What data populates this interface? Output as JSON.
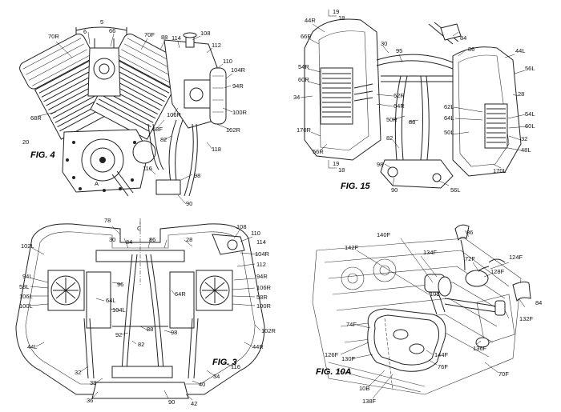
{
  "figures": {
    "fig4": {
      "caption": "FIG. 4",
      "labels": {
        "l5": "5",
        "l6": "6",
        "l66": "66",
        "l70r": "70R",
        "l70f": "70F",
        "l88": "88",
        "l114": "114",
        "l108": "108",
        "l112": "112",
        "l110": "110",
        "l104r": "104R",
        "l94r": "94R",
        "l106r": "106R",
        "l100r": "100R",
        "l68f": "68F",
        "l102r": "102R",
        "l82": "82",
        "l118": "118",
        "l116": "116",
        "l98": "98",
        "l90": "90",
        "l68r": "68R",
        "l20": "20",
        "la": "A"
      }
    },
    "fig15": {
      "caption": "FIG. 15",
      "labels": {
        "l19a": "19",
        "l18a": "18",
        "l44r": "44R",
        "l66r": "66R",
        "l30": "30",
        "l95": "95",
        "l84": "84",
        "l86": "86",
        "l44l": "44L",
        "l54r": "54R",
        "l60r": "60R",
        "l34": "34",
        "l62r": "62R",
        "l64r": "64R",
        "l50r": "50R",
        "l88": "88",
        "l56l": "56L",
        "l28": "28",
        "l54l": "54L",
        "l62l": "62L",
        "l64l": "64L",
        "l60l": "60L",
        "l32": "32",
        "l50l": "50L",
        "l48l": "48L",
        "l170r": "170R",
        "l56r": "56R",
        "l82": "82",
        "l19b": "19",
        "l18b": "18",
        "l98": "98",
        "l90": "90",
        "l170l": "170L",
        "l56l2": "56L"
      }
    },
    "fig3": {
      "caption": "FIG. 3",
      "labels": {
        "l78": "78",
        "lc": "C",
        "l102l": "102L",
        "l30": "30",
        "l84": "84",
        "l86": "86",
        "l28": "28",
        "l108": "108",
        "l110": "110",
        "l114": "114",
        "l94l": "94L",
        "l104r": "104R",
        "l112": "112",
        "l58l": "58L",
        "l106l": "106L",
        "l100l": "100L",
        "l64l": "64L",
        "l104l": "104L",
        "l96": "96",
        "l64r": "64R",
        "l94r": "94R",
        "l106r": "106R",
        "l58r": "58R",
        "l100r": "100R",
        "l102r": "102R",
        "l44l": "44L",
        "l44r": "44R",
        "l88": "88",
        "l98": "98",
        "l92": "92",
        "l82": "82",
        "l116": "116",
        "l32": "32",
        "l38": "38",
        "l34": "34",
        "l40": "40",
        "l36": "36",
        "l90": "90",
        "l42": "42"
      }
    },
    "fig10a": {
      "caption": "FIG. 10A",
      "labels": {
        "l86": "86",
        "l140f": "140F",
        "l142f": "142F",
        "l134f": "134F",
        "l72f": "72F",
        "l124f": "124F",
        "l128f": "128F",
        "l108": "108",
        "l84": "84",
        "l132f": "132F",
        "l74f": "74F",
        "l136f": "136F",
        "l126f": "126F",
        "l130f": "130F",
        "l144f": "144F",
        "l76f": "76F",
        "l70f": "70F",
        "l10b": "10B",
        "l138f": "138F"
      }
    }
  }
}
